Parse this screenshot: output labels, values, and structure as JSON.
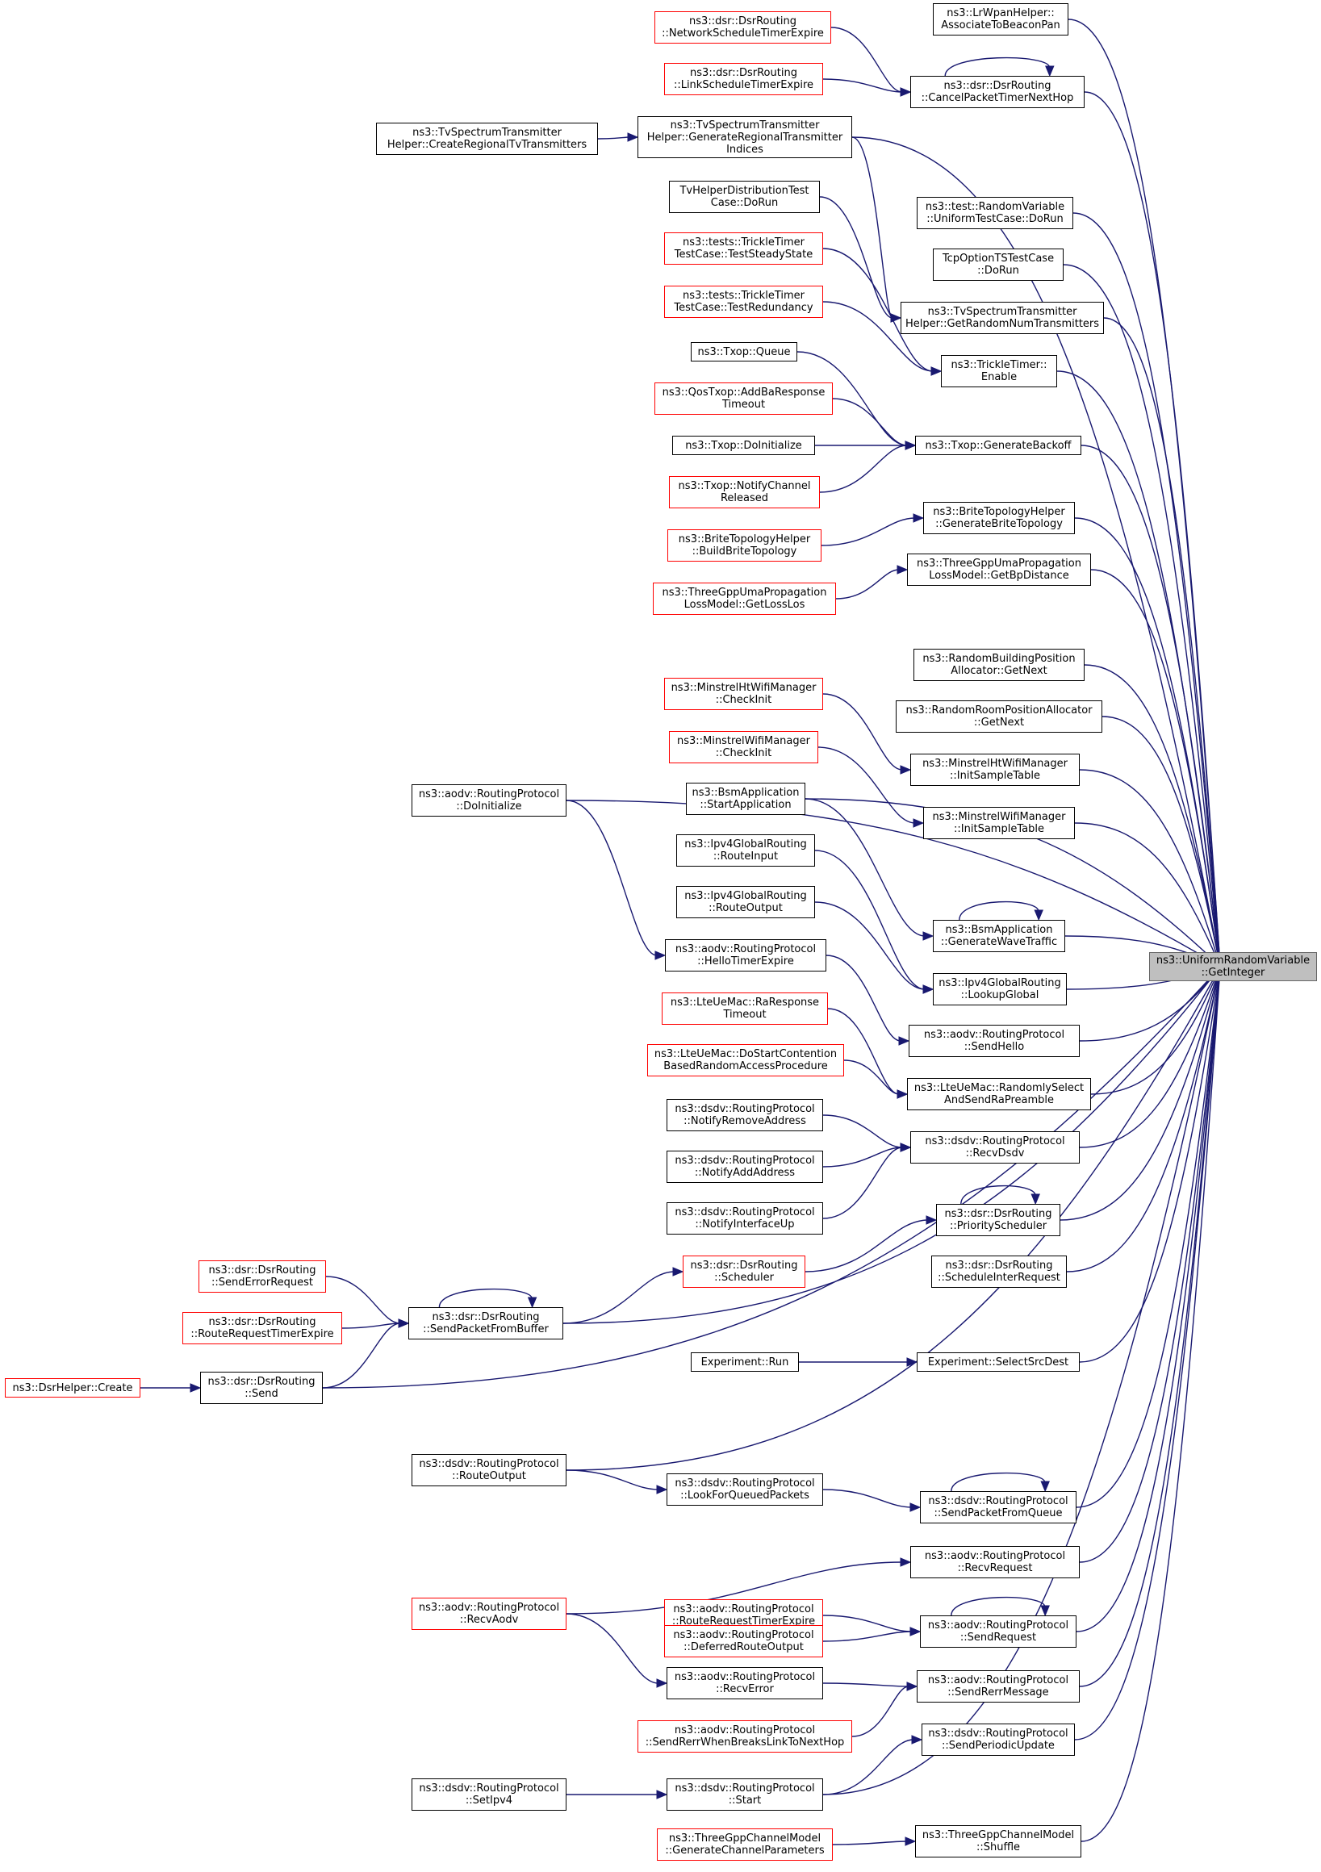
{
  "colors": {
    "edge": "#191970",
    "node_border": "#000000",
    "truncated_border": "#ff0000",
    "focus_fill": "#bfbfbf"
  },
  "focus": {
    "id": "F",
    "lines": [
      "ns3::UniformRandomVariable",
      "::GetInteger"
    ]
  },
  "nodes": [
    {
      "id": "C1",
      "lines": [
        "ns3::LrWpanHelper::",
        "AssociateToBeaconPan"
      ],
      "truncated": false
    },
    {
      "id": "C2",
      "lines": [
        "ns3::dsr::DsrRouting",
        "::CancelPacketTimerNextHop"
      ],
      "truncated": false
    },
    {
      "id": "L1",
      "lines": [
        "ns3::dsr::DsrRouting",
        "::NetworkScheduleTimerExpire"
      ],
      "truncated": true
    },
    {
      "id": "L2",
      "lines": [
        "ns3::dsr::DsrRouting",
        "::LinkScheduleTimerExpire"
      ],
      "truncated": true
    },
    {
      "id": "M1",
      "lines": [
        "ns3::TvSpectrumTransmitter",
        "Helper::GenerateRegionalTransmitter",
        "Indices"
      ],
      "truncated": false
    },
    {
      "id": "X1",
      "lines": [
        "ns3::TvSpectrumTransmitter",
        "Helper::CreateRegionalTvTransmitters"
      ],
      "truncated": false
    },
    {
      "id": "L3",
      "lines": [
        "TvHelperDistributionTest",
        "Case::DoRun"
      ],
      "truncated": false
    },
    {
      "id": "C3",
      "lines": [
        "ns3::test::RandomVariable",
        "::UniformTestCase::DoRun"
      ],
      "truncated": false
    },
    {
      "id": "C4",
      "lines": [
        "TcpOptionTSTestCase",
        "::DoRun"
      ],
      "truncated": false
    },
    {
      "id": "L4",
      "lines": [
        "ns3::tests::TrickleTimer",
        "TestCase::TestSteadyState"
      ],
      "truncated": true
    },
    {
      "id": "C5",
      "lines": [
        "ns3::TvSpectrumTransmitter",
        "Helper::GetRandomNumTransmitters"
      ],
      "truncated": false
    },
    {
      "id": "L5",
      "lines": [
        "ns3::tests::TrickleTimer",
        "TestCase::TestRedundancy"
      ],
      "truncated": true
    },
    {
      "id": "C6",
      "lines": [
        "ns3::TrickleTimer::",
        "Enable"
      ],
      "truncated": false
    },
    {
      "id": "L6",
      "lines": [
        "ns3::Txop::Queue"
      ],
      "truncated": false
    },
    {
      "id": "L7",
      "lines": [
        "ns3::QosTxop::AddBaResponse",
        "Timeout"
      ],
      "truncated": true
    },
    {
      "id": "C7",
      "lines": [
        "ns3::Txop::GenerateBackoff"
      ],
      "truncated": false
    },
    {
      "id": "L8",
      "lines": [
        "ns3::Txop::DoInitialize"
      ],
      "truncated": false
    },
    {
      "id": "L9",
      "lines": [
        "ns3::Txop::NotifyChannel",
        "Released"
      ],
      "truncated": true
    },
    {
      "id": "C8",
      "lines": [
        "ns3::BriteTopologyHelper",
        "::GenerateBriteTopology"
      ],
      "truncated": false
    },
    {
      "id": "L10",
      "lines": [
        "ns3::BriteTopologyHelper",
        "::BuildBriteTopology"
      ],
      "truncated": true
    },
    {
      "id": "C9",
      "lines": [
        "ns3::ThreeGppUmaPropagation",
        "LossModel::GetBpDistance"
      ],
      "truncated": false
    },
    {
      "id": "L11",
      "lines": [
        "ns3::ThreeGppUmaPropagation",
        "LossModel::GetLossLos"
      ],
      "truncated": true
    },
    {
      "id": "C10",
      "lines": [
        "ns3::RandomBuildingPosition",
        "Allocator::GetNext"
      ],
      "truncated": false
    },
    {
      "id": "L12",
      "lines": [
        "ns3::MinstrelHtWifiManager",
        "::CheckInit"
      ],
      "truncated": true
    },
    {
      "id": "C11",
      "lines": [
        "ns3::RandomRoomPositionAllocator",
        "::GetNext"
      ],
      "truncated": false
    },
    {
      "id": "L13",
      "lines": [
        "ns3::MinstrelWifiManager",
        "::CheckInit"
      ],
      "truncated": true
    },
    {
      "id": "C12",
      "lines": [
        "ns3::MinstrelHtWifiManager",
        "::InitSampleTable"
      ],
      "truncated": false
    },
    {
      "id": "A1",
      "lines": [
        "ns3::aodv::RoutingProtocol",
        "::DoInitialize"
      ],
      "truncated": false
    },
    {
      "id": "L14",
      "lines": [
        "ns3::BsmApplication",
        "::StartApplication"
      ],
      "truncated": false
    },
    {
      "id": "C13",
      "lines": [
        "ns3::MinstrelWifiManager",
        "::InitSampleTable"
      ],
      "truncated": false
    },
    {
      "id": "L15",
      "lines": [
        "ns3::Ipv4GlobalRouting",
        "::RouteInput"
      ],
      "truncated": false
    },
    {
      "id": "L16",
      "lines": [
        "ns3::Ipv4GlobalRouting",
        "::RouteOutput"
      ],
      "truncated": false
    },
    {
      "id": "C14",
      "lines": [
        "ns3::BsmApplication",
        "::GenerateWaveTraffic"
      ],
      "truncated": false
    },
    {
      "id": "L17",
      "lines": [
        "ns3::aodv::RoutingProtocol",
        "::HelloTimerExpire"
      ],
      "truncated": false
    },
    {
      "id": "C15",
      "lines": [
        "ns3::Ipv4GlobalRouting",
        "::LookupGlobal"
      ],
      "truncated": false
    },
    {
      "id": "L18",
      "lines": [
        "ns3::LteUeMac::RaResponse",
        "Timeout"
      ],
      "truncated": true
    },
    {
      "id": "C16",
      "lines": [
        "ns3::aodv::RoutingProtocol",
        "::SendHello"
      ],
      "truncated": false
    },
    {
      "id": "L19",
      "lines": [
        "ns3::LteUeMac::DoStartContention",
        "BasedRandomAccessProcedure"
      ],
      "truncated": true
    },
    {
      "id": "C17",
      "lines": [
        "ns3::LteUeMac::RandomlySelect",
        "AndSendRaPreamble"
      ],
      "truncated": false
    },
    {
      "id": "L20",
      "lines": [
        "ns3::dsdv::RoutingProtocol",
        "::NotifyRemoveAddress"
      ],
      "truncated": false
    },
    {
      "id": "C18",
      "lines": [
        "ns3::dsdv::RoutingProtocol",
        "::RecvDsdv"
      ],
      "truncated": false
    },
    {
      "id": "L21",
      "lines": [
        "ns3::dsdv::RoutingProtocol",
        "::NotifyAddAddress"
      ],
      "truncated": false
    },
    {
      "id": "L22",
      "lines": [
        "ns3::dsdv::RoutingProtocol",
        "::NotifyInterfaceUp"
      ],
      "truncated": false
    },
    {
      "id": "C19",
      "lines": [
        "ns3::dsr::DsrRouting",
        "::PriorityScheduler"
      ],
      "truncated": false
    },
    {
      "id": "L23",
      "lines": [
        "ns3::dsr::DsrRouting",
        "::Scheduler"
      ],
      "truncated": true
    },
    {
      "id": "C20",
      "lines": [
        "ns3::dsr::DsrRouting",
        "::ScheduleInterRequest"
      ],
      "truncated": false
    },
    {
      "id": "S1",
      "lines": [
        "ns3::dsr::DsrRouting",
        "::SendErrorRequest"
      ],
      "truncated": true
    },
    {
      "id": "A2",
      "lines": [
        "ns3::dsr::DsrRouting",
        "::SendPacketFromBuffer"
      ],
      "truncated": false
    },
    {
      "id": "S2",
      "lines": [
        "ns3::dsr::DsrRouting",
        "::RouteRequestTimerExpire"
      ],
      "truncated": true
    },
    {
      "id": "L24",
      "lines": [
        "Experiment::Run"
      ],
      "truncated": false
    },
    {
      "id": "C21",
      "lines": [
        "Experiment::SelectSrcDest"
      ],
      "truncated": false
    },
    {
      "id": "S3",
      "lines": [
        "ns3::DsrHelper::Create"
      ],
      "truncated": true
    },
    {
      "id": "A3",
      "lines": [
        "ns3::dsr::DsrRouting",
        "::Send"
      ],
      "truncated": false
    },
    {
      "id": "A4",
      "lines": [
        "ns3::dsdv::RoutingProtocol",
        "::RouteOutput"
      ],
      "truncated": false
    },
    {
      "id": "L25",
      "lines": [
        "ns3::dsdv::RoutingProtocol",
        "::LookForQueuedPackets"
      ],
      "truncated": false
    },
    {
      "id": "C22",
      "lines": [
        "ns3::dsdv::RoutingProtocol",
        "::SendPacketFromQueue"
      ],
      "truncated": false
    },
    {
      "id": "C23",
      "lines": [
        "ns3::aodv::RoutingProtocol",
        "::RecvRequest"
      ],
      "truncated": false
    },
    {
      "id": "L26",
      "lines": [
        "ns3::aodv::RoutingProtocol",
        "::RouteRequestTimerExpire"
      ],
      "truncated": true
    },
    {
      "id": "A5",
      "lines": [
        "ns3::aodv::RoutingProtocol",
        "::RecvAodv"
      ],
      "truncated": true
    },
    {
      "id": "C24",
      "lines": [
        "ns3::aodv::RoutingProtocol",
        "::SendRequest"
      ],
      "truncated": false
    },
    {
      "id": "L27",
      "lines": [
        "ns3::aodv::RoutingProtocol",
        "::DeferredRouteOutput"
      ],
      "truncated": true
    },
    {
      "id": "L28",
      "lines": [
        "ns3::aodv::RoutingProtocol",
        "::RecvError"
      ],
      "truncated": false
    },
    {
      "id": "C25",
      "lines": [
        "ns3::aodv::RoutingProtocol",
        "::SendRerrMessage"
      ],
      "truncated": false
    },
    {
      "id": "L29",
      "lines": [
        "ns3::aodv::RoutingProtocol",
        "::SendRerrWhenBreaksLinkToNextHop"
      ],
      "truncated": true
    },
    {
      "id": "C26",
      "lines": [
        "ns3::dsdv::RoutingProtocol",
        "::SendPeriodicUpdate"
      ],
      "truncated": false
    },
    {
      "id": "A6",
      "lines": [
        "ns3::dsdv::RoutingProtocol",
        "::SetIpv4"
      ],
      "truncated": false
    },
    {
      "id": "L30",
      "lines": [
        "ns3::dsdv::RoutingProtocol",
        "::Start"
      ],
      "truncated": false
    },
    {
      "id": "L31",
      "lines": [
        "ns3::ThreeGppChannelModel",
        "::GenerateChannelParameters"
      ],
      "truncated": true
    },
    {
      "id": "C27",
      "lines": [
        "ns3::ThreeGppChannelModel",
        "::Shuffle"
      ],
      "truncated": false
    }
  ],
  "edges": [
    [
      "C1",
      "F"
    ],
    [
      "C2",
      "F"
    ],
    [
      "M1",
      "F"
    ],
    [
      "C3",
      "F"
    ],
    [
      "C4",
      "F"
    ],
    [
      "C5",
      "F"
    ],
    [
      "C6",
      "F"
    ],
    [
      "C7",
      "F"
    ],
    [
      "C8",
      "F"
    ],
    [
      "C9",
      "F"
    ],
    [
      "A1",
      "F"
    ],
    [
      "C10",
      "F"
    ],
    [
      "C11",
      "F"
    ],
    [
      "C12",
      "F"
    ],
    [
      "C13",
      "F"
    ],
    [
      "L14",
      "F"
    ],
    [
      "C14",
      "F"
    ],
    [
      "C15",
      "F"
    ],
    [
      "C16",
      "F"
    ],
    [
      "C17",
      "F"
    ],
    [
      "C18",
      "F"
    ],
    [
      "C19",
      "F"
    ],
    [
      "C20",
      "F"
    ],
    [
      "A2",
      "F"
    ],
    [
      "C21",
      "F"
    ],
    [
      "A3",
      "F"
    ],
    [
      "A4",
      "F"
    ],
    [
      "C22",
      "F"
    ],
    [
      "C23",
      "F"
    ],
    [
      "C24",
      "F"
    ],
    [
      "C25",
      "F"
    ],
    [
      "C26",
      "F"
    ],
    [
      "L30",
      "F"
    ],
    [
      "C27",
      "F"
    ],
    [
      "L1",
      "C2"
    ],
    [
      "L2",
      "C2"
    ],
    [
      "C2",
      "C2"
    ],
    [
      "X1",
      "M1"
    ],
    [
      "M1",
      "C5"
    ],
    [
      "L3",
      "C5"
    ],
    [
      "L4",
      "C6"
    ],
    [
      "L5",
      "C6"
    ],
    [
      "L6",
      "C7"
    ],
    [
      "L7",
      "C7"
    ],
    [
      "L8",
      "C7"
    ],
    [
      "L9",
      "C7"
    ],
    [
      "L10",
      "C8"
    ],
    [
      "L11",
      "C9"
    ],
    [
      "L12",
      "C12"
    ],
    [
      "L13",
      "C13"
    ],
    [
      "L14",
      "C14"
    ],
    [
      "C14",
      "C14"
    ],
    [
      "L15",
      "C15"
    ],
    [
      "L16",
      "C15"
    ],
    [
      "A1",
      "L17"
    ],
    [
      "L17",
      "C16"
    ],
    [
      "L18",
      "C17"
    ],
    [
      "L19",
      "C17"
    ],
    [
      "L20",
      "C18"
    ],
    [
      "L21",
      "C18"
    ],
    [
      "L22",
      "C18"
    ],
    [
      "L23",
      "C19"
    ],
    [
      "C19",
      "C19"
    ],
    [
      "A2",
      "L23"
    ],
    [
      "A2",
      "A2"
    ],
    [
      "S1",
      "A2"
    ],
    [
      "S2",
      "A2"
    ],
    [
      "A3",
      "A2"
    ],
    [
      "S3",
      "A3"
    ],
    [
      "L24",
      "C21"
    ],
    [
      "A4",
      "L25"
    ],
    [
      "L25",
      "C22"
    ],
    [
      "C22",
      "C22"
    ],
    [
      "A5",
      "C23"
    ],
    [
      "L26",
      "C24"
    ],
    [
      "L27",
      "C24"
    ],
    [
      "C24",
      "C24"
    ],
    [
      "A5",
      "L28"
    ],
    [
      "L28",
      "C25"
    ],
    [
      "L29",
      "C25"
    ],
    [
      "L30",
      "C26"
    ],
    [
      "A6",
      "L30"
    ],
    [
      "L31",
      "C27"
    ]
  ]
}
